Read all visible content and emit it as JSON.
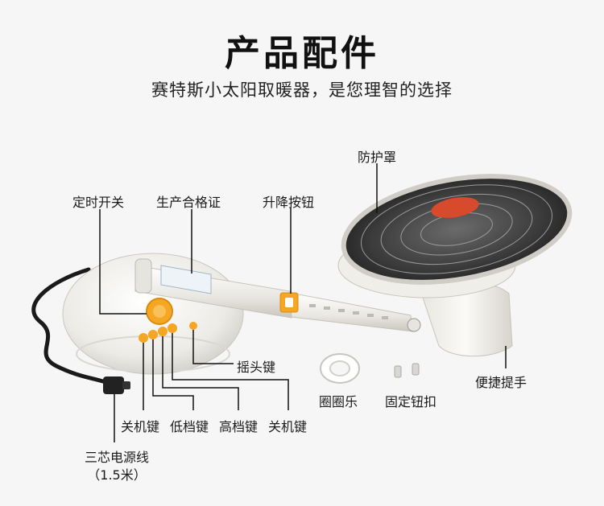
{
  "header": {
    "title": "产品配件",
    "subtitle": "赛特斯小太阳取暖器，是您理智的选择"
  },
  "labels": {
    "guard": "防护罩",
    "timer": "定时开关",
    "certificate": "生产合格证",
    "lift_button": "升降按钮",
    "swing_key": "摇头键",
    "ring": "圈圈乐",
    "fix_knob": "固定钮扣",
    "handle": "便捷提手",
    "off_key_1": "关机键",
    "low_key": "低档键",
    "high_key": "高档键",
    "off_key_2": "关机键",
    "power_cord": "三芯电源线",
    "cord_length": "（1.5米）"
  },
  "colors": {
    "accent": "#f5a623",
    "line": "#111111",
    "center_badge": "#d84a2c",
    "body": "#f2f0eb"
  }
}
